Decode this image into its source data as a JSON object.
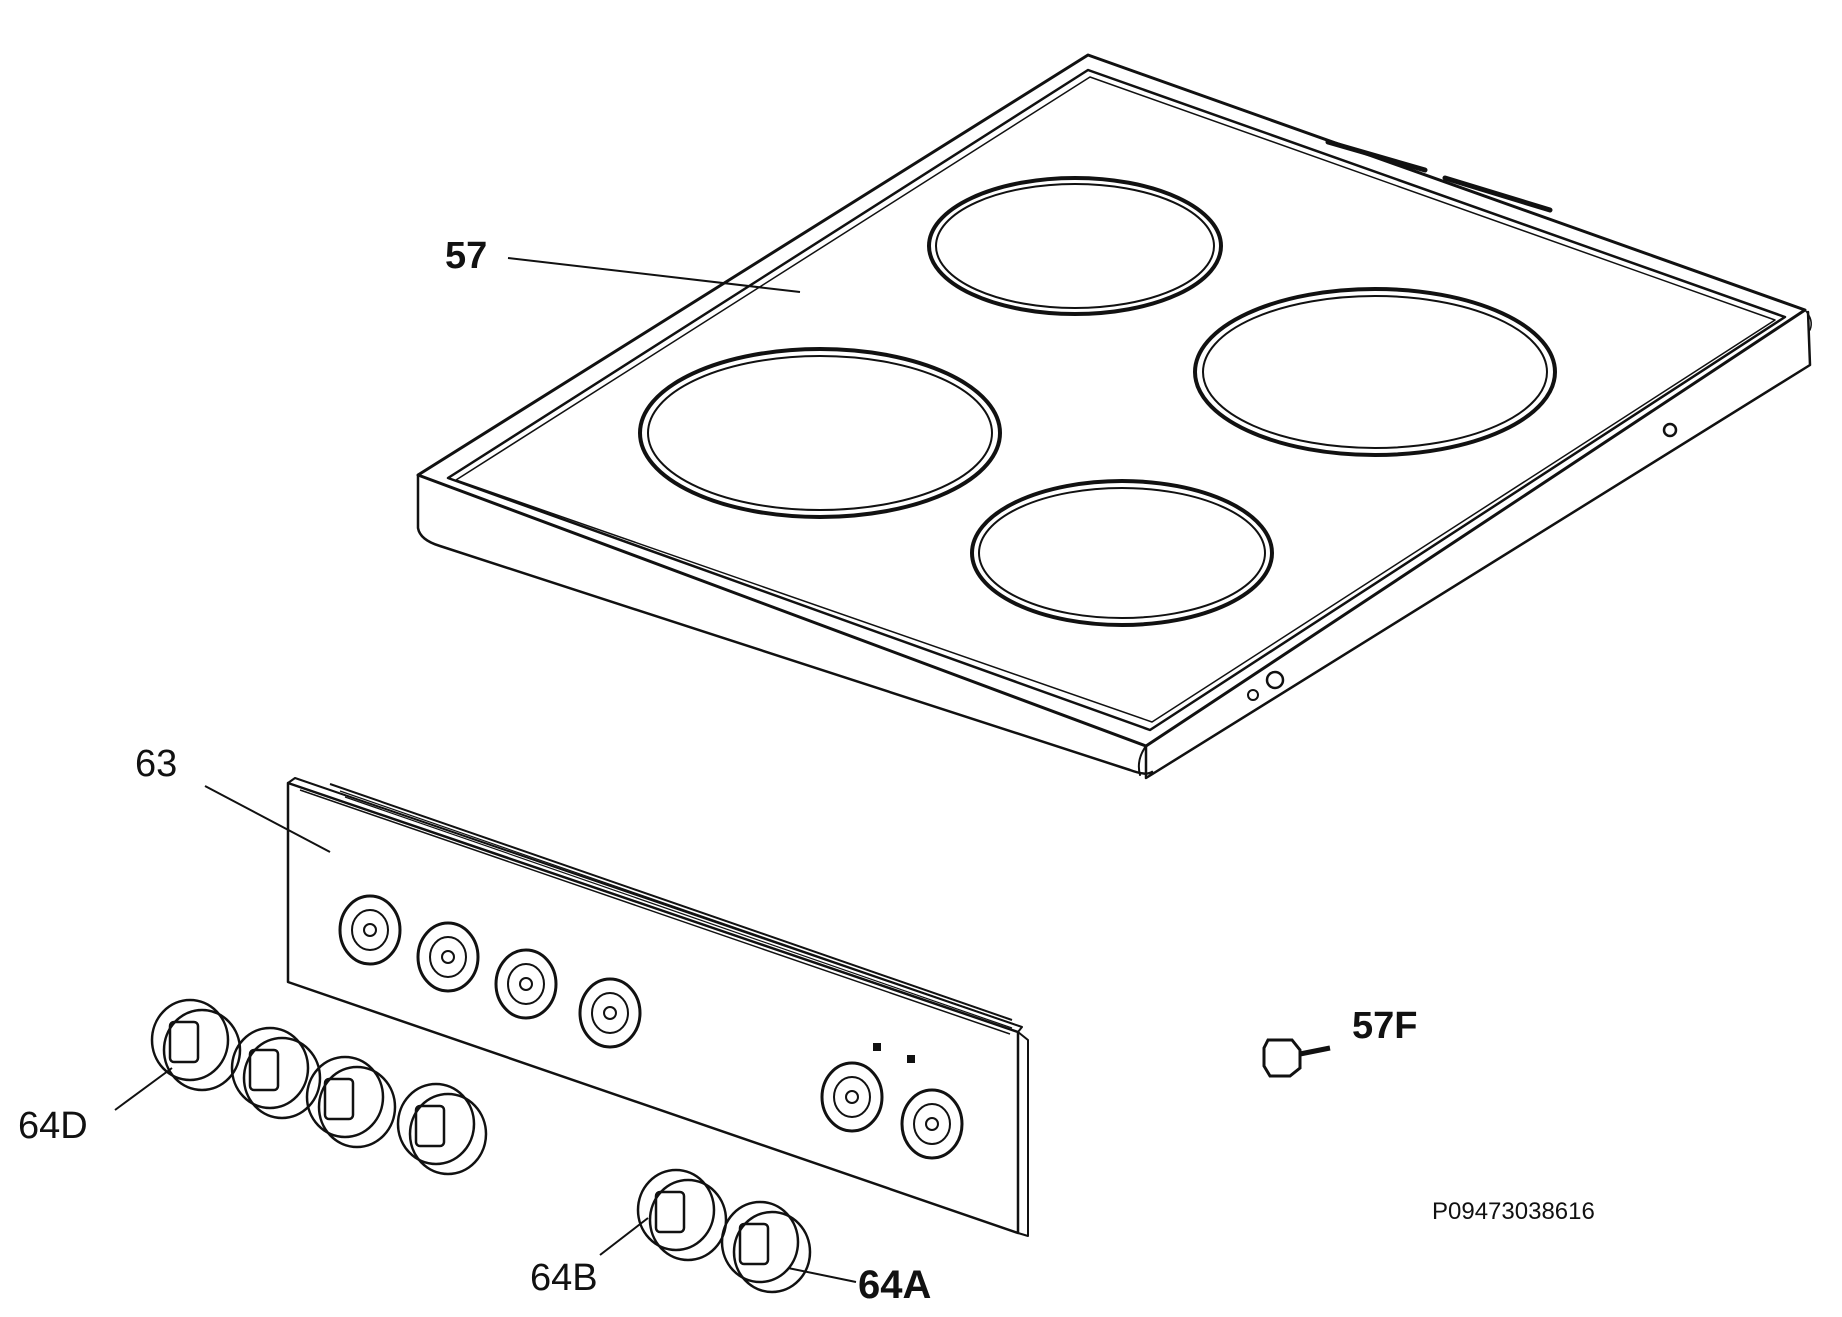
{
  "labels": {
    "cooktop": "57",
    "control_panel": "63",
    "knob_d": "64D",
    "knob_b": "64B",
    "knob_a": "64A",
    "fixing": "57F",
    "drawing_id": "P09473038616"
  },
  "colors": {
    "line": "#111111",
    "background": "#ffffff"
  }
}
